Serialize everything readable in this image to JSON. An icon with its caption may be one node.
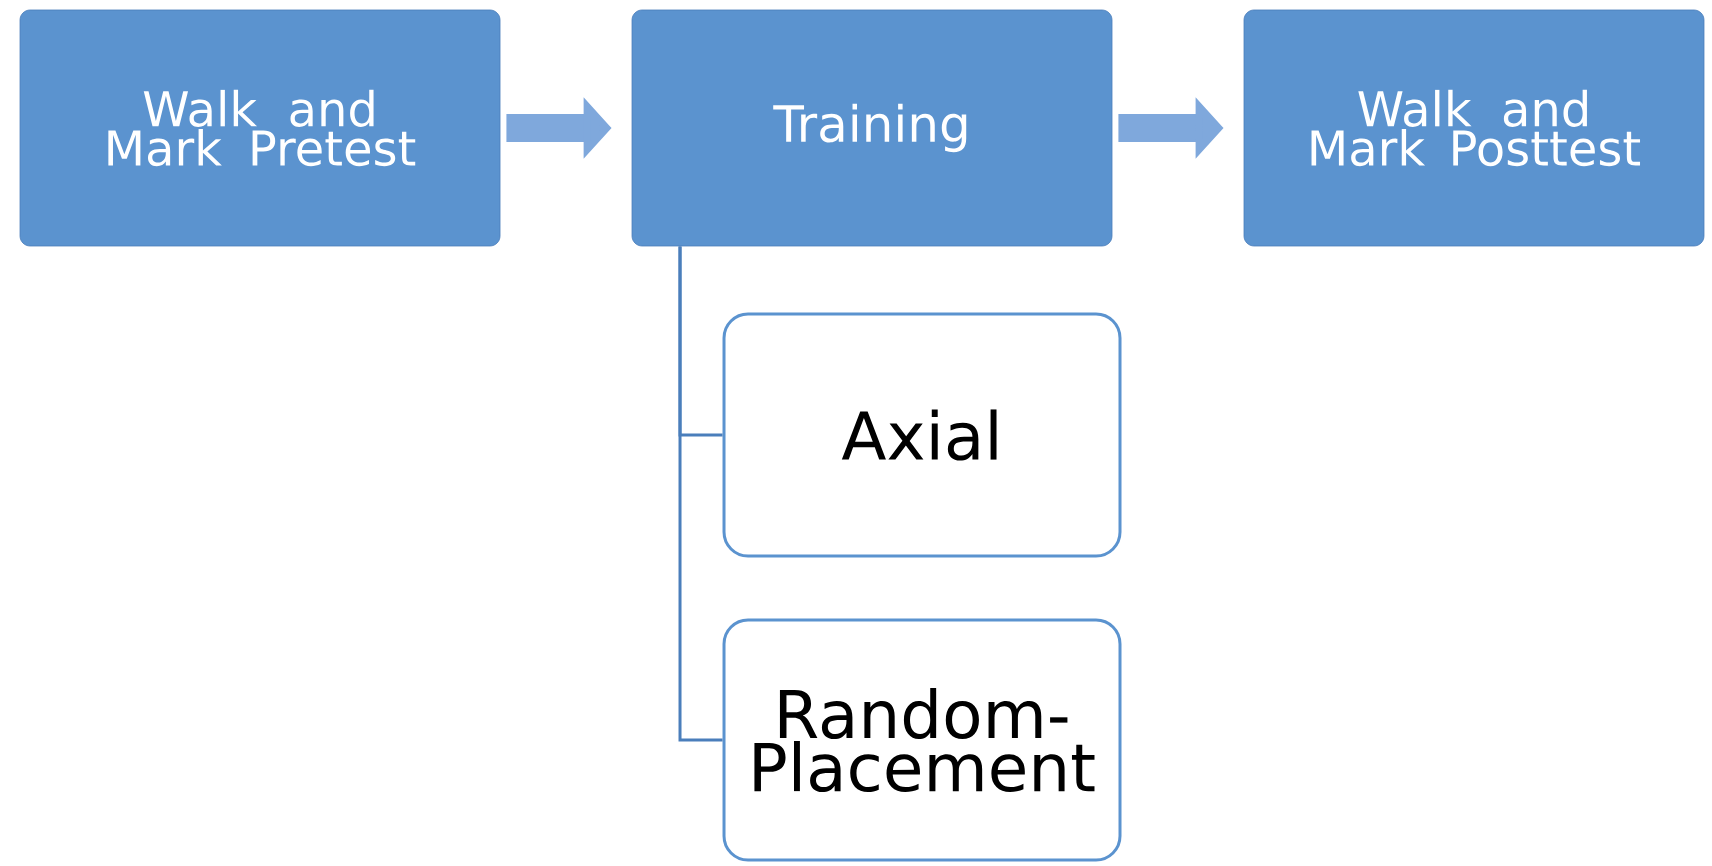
{
  "diagram": {
    "nodes": [
      {
        "text": [
          "Walk and Mark Pretest"
        ]
      },
      {
        "text": [
          "Training"
        ]
      },
      {
        "text": [
          "Walk and Mark Posttest"
        ]
      },
      {
        "text": [
          "Axial"
        ]
      },
      {
        "text": [
          "Random-Placement"
        ]
      }
    ],
    "edges": [
      {
        "from": 0,
        "to": 1,
        "arrow": "to",
        "style": "thick"
      },
      {
        "from": 1,
        "to": 2,
        "arrow": "to",
        "style": "thick"
      },
      {
        "from": 1,
        "to": 3,
        "arrow": "none"
      },
      {
        "from": 1,
        "to": 4,
        "arrow": "none"
      }
    ]
  }
}
